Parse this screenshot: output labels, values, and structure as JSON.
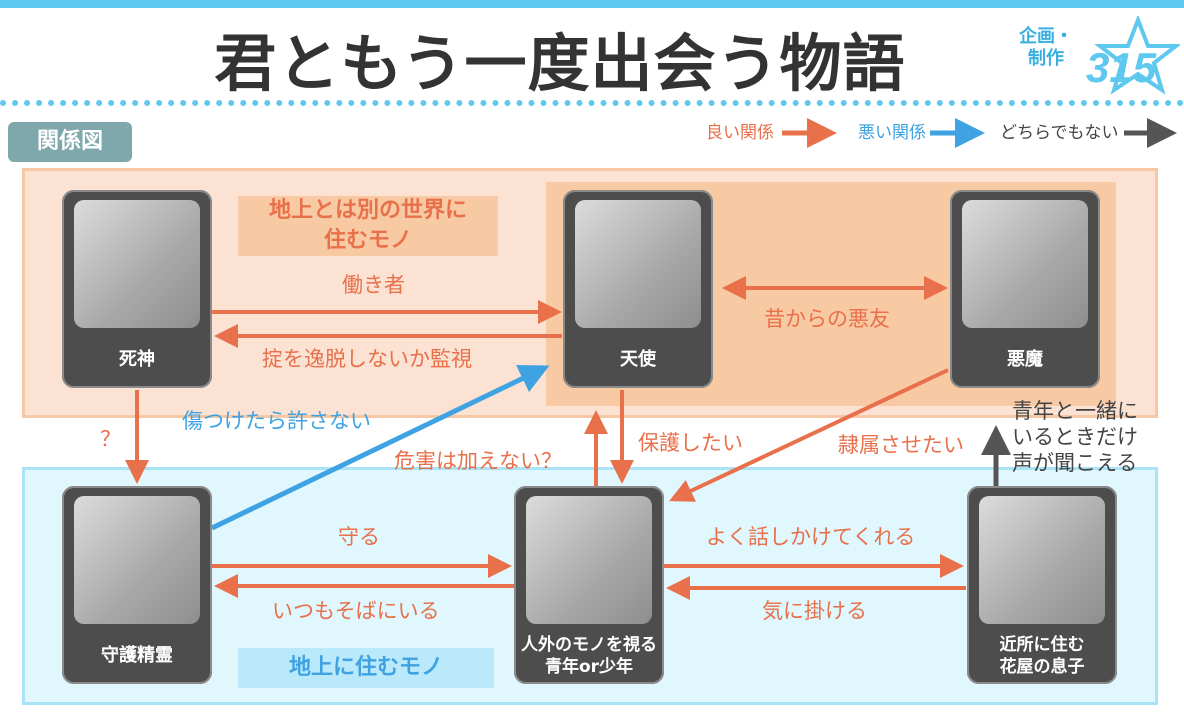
{
  "header": {
    "title": "君ともう一度出会う物語",
    "credit": "企画・制作"
  },
  "section_tag": "関係図",
  "legend": {
    "good": "良い関係",
    "bad": "悪い関係",
    "neutral": "どちらでもない",
    "colors": {
      "good": "#e8704a",
      "bad": "#3ea2e3",
      "neutral": "#555555"
    }
  },
  "regions": {
    "upper": "地上とは別の世界に\n住むモノ",
    "lower": "地上に住むモノ"
  },
  "characters": {
    "shinigami": "死神",
    "tenshi": "天使",
    "akuma": "悪魔",
    "shugoseirei": "守護精霊",
    "seinen": "人外のモノを視る\n青年or少年",
    "hanaya": "近所に住む\n花屋の息子"
  },
  "edges": {
    "hataraki": "働き者",
    "okite": "掟を逸脱しないか監視",
    "akuyu": "昔からの悪友",
    "question": "？",
    "kizutsuke": "傷つけたら許さない",
    "kigai": "危害は加えない？",
    "hogo": "保護したい",
    "reizoku": "隷属させたい",
    "hear": "青年と一緒に\nいるときだけ\n声が聞こえる",
    "mamoru": "守る",
    "soba": "いつもそばにいる",
    "yoku": "よく話しかけてくれる",
    "kini": "気に掛ける"
  }
}
